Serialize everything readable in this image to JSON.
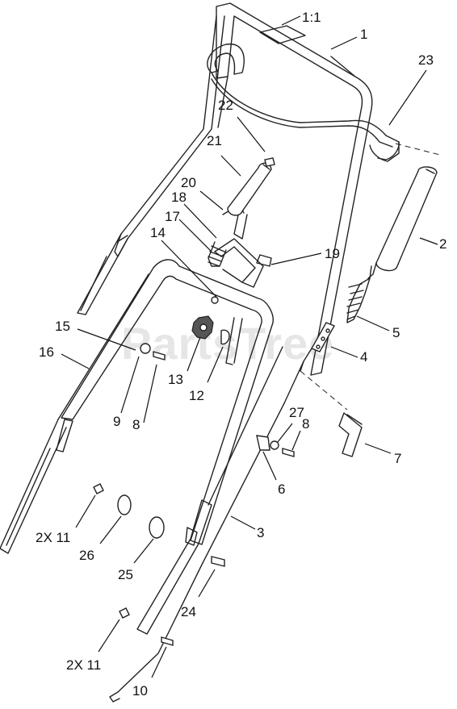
{
  "scale_label": "1:1",
  "watermark": "PartsTree",
  "callouts": [
    {
      "id": "c1",
      "text": "1"
    },
    {
      "id": "c2",
      "text": "2"
    },
    {
      "id": "c3",
      "text": "3"
    },
    {
      "id": "c4",
      "text": "4"
    },
    {
      "id": "c5",
      "text": "5"
    },
    {
      "id": "c6",
      "text": "6"
    },
    {
      "id": "c7",
      "text": "7"
    },
    {
      "id": "c8a",
      "text": "8"
    },
    {
      "id": "c8b",
      "text": "8"
    },
    {
      "id": "c9",
      "text": "9"
    },
    {
      "id": "c10",
      "text": "10"
    },
    {
      "id": "c11a",
      "text": "2X 11"
    },
    {
      "id": "c11b",
      "text": "2X 11"
    },
    {
      "id": "c12",
      "text": "12"
    },
    {
      "id": "c13",
      "text": "13"
    },
    {
      "id": "c14",
      "text": "14"
    },
    {
      "id": "c15",
      "text": "15"
    },
    {
      "id": "c16",
      "text": "16"
    },
    {
      "id": "c17",
      "text": "17"
    },
    {
      "id": "c18",
      "text": "18"
    },
    {
      "id": "c19",
      "text": "19"
    },
    {
      "id": "c20",
      "text": "20"
    },
    {
      "id": "c21",
      "text": "21"
    },
    {
      "id": "c22",
      "text": "22"
    },
    {
      "id": "c23",
      "text": "23"
    },
    {
      "id": "c24",
      "text": "24"
    },
    {
      "id": "c25",
      "text": "25"
    },
    {
      "id": "c26",
      "text": "26"
    },
    {
      "id": "c27",
      "text": "27"
    }
  ]
}
